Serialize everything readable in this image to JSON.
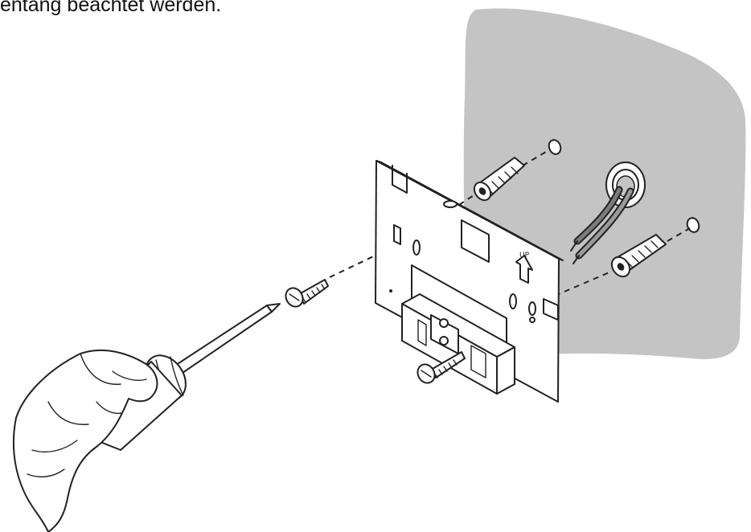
{
  "caption": "entang beachtet werden.",
  "plate_marking": "UP",
  "illustration": {
    "wall_color": "#c4c4c4",
    "line_color": "#222222",
    "background": "#ffffff",
    "parts": [
      "wall",
      "cable-gland",
      "cables",
      "wall-plugs",
      "wall-holes",
      "mounting-plate",
      "terminal-block",
      "screws",
      "screwdriver",
      "hand"
    ]
  }
}
